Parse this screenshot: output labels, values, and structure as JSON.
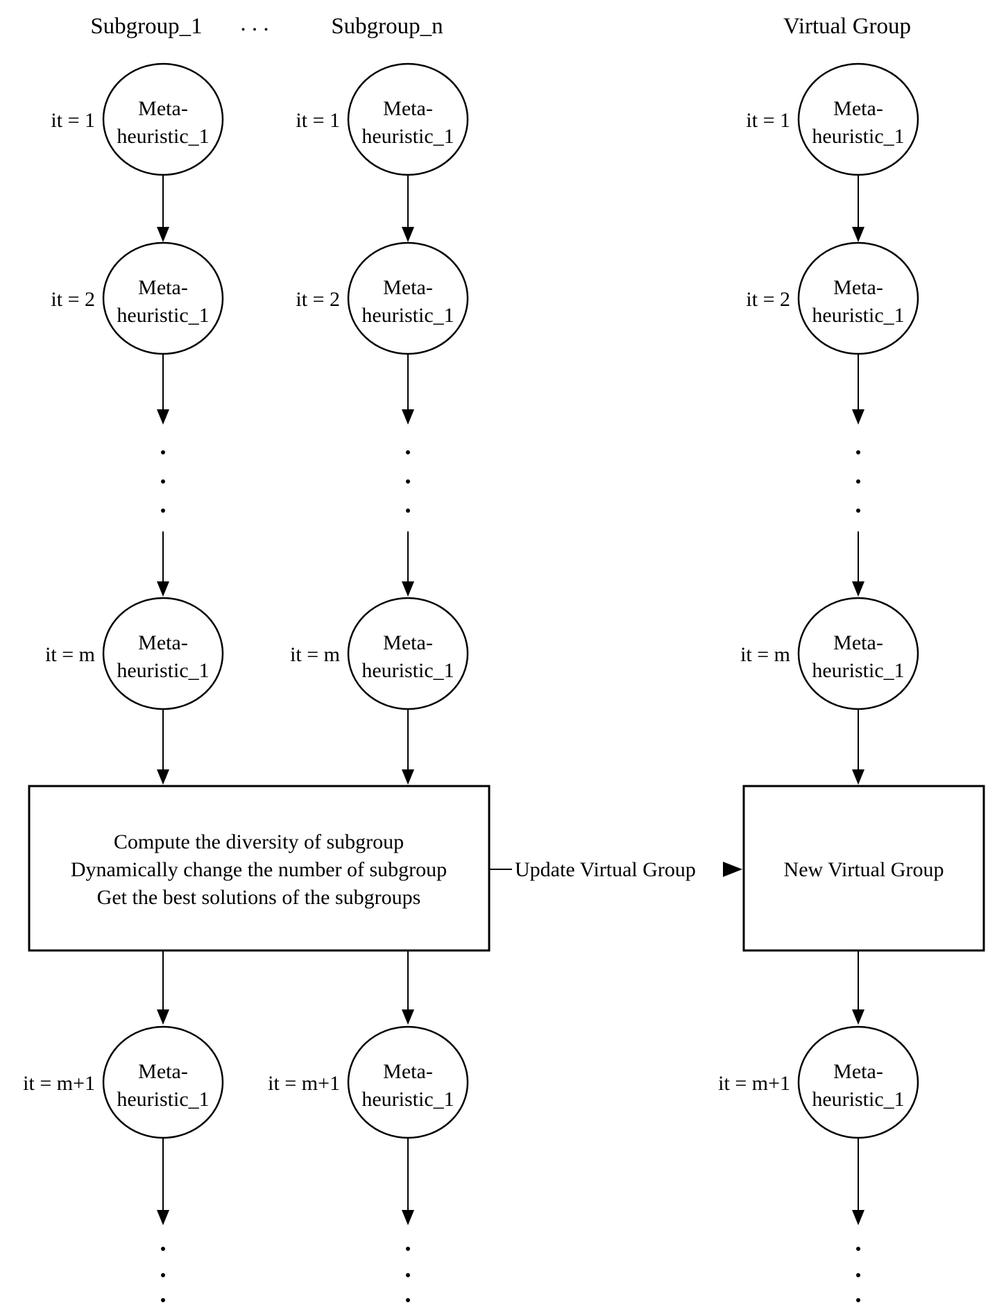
{
  "diagram": {
    "colors": {
      "ink": "#000000",
      "background": "#ffffff"
    },
    "column_titles": {
      "subgroup_1": "Subgroup_1",
      "ellipsis": ". . .",
      "subgroup_n": "Subgroup_n",
      "virtual_group": "Virtual Group"
    },
    "iteration_labels": {
      "it_1": "it = 1",
      "it_2": "it = 2",
      "it_m": "it = m",
      "it_m_plus_1": "it = m+1"
    },
    "metaheuristic_node": {
      "line1": "Meta-",
      "line2": "heuristic_1"
    },
    "subgroup_operations_box": {
      "line1": "Compute the diversity of subgroup",
      "line2": "Dynamically change the number of subgroup",
      "line3": "Get the best solutions of the subgroups"
    },
    "update_arrow_label": "Update Virtual Group",
    "new_virtual_group_box_label": "New Virtual Group"
  }
}
